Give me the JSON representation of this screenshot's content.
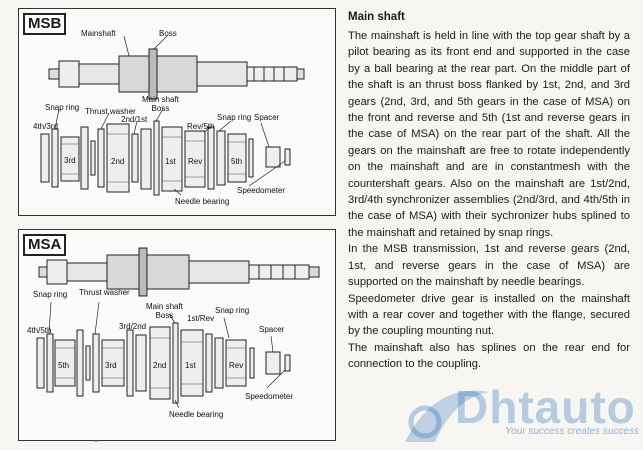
{
  "msb": {
    "tag": "MSB",
    "labels": {
      "mainshaft": "Mainshaft",
      "boss": "Boss",
      "main_shaft_boss": "Main shaft\nBoss",
      "snap_ring_left": "Snap ring",
      "thrust_washer": "Thrust washer",
      "gear_2nd_1st": "2nd/1st",
      "rev_5th": "Rev/5th",
      "snap_ring_right": "Snap ring",
      "spacer": "Spacer",
      "gear_4th_3rd": "4th/3rd",
      "g3rd": "3rd",
      "g2nd": "2nd",
      "g1st": "1st",
      "grev": "Rev",
      "g5th": "5th",
      "speedometer": "Speedometer",
      "needle_bearing": "Needle bearing"
    }
  },
  "msa": {
    "tag": "MSA",
    "labels": {
      "main_shaft_boss": "Main shaft\nBoss",
      "snap_ring_left": "Snap ring",
      "thrust_washer": "Thrust washer",
      "gear_3rd_2nd": "3rd/2nd",
      "gear_1st_rev": "1st/Rev",
      "snap_ring_right": "Snap ring",
      "gear_4th_5th": "4th/5th",
      "spacer": "Spacer",
      "g5th": "5th",
      "g3rd": "3rd",
      "g2nd": "2nd",
      "g1st": "1st",
      "grev": "Rev",
      "speedometer": "Speedometer",
      "needle_bearing": "Needle bearing"
    }
  },
  "text": {
    "heading": "Main shaft",
    "paragraphs": [
      "The mainshaft is held in line with the top gear shaft by a pilot bearing as its front end and supported in the case by a ball bearing at the rear part. On the middle part of the shaft is an thrust boss flanked by 1st, 2nd, and 3rd gears (2nd, 3rd, and 5th gears in the case of MSA) on the front and reverse and 5th (1st and reverse gears in the case of MSA) on the rear part of the shaft. All the gears on the mainshaft are free to rotate independently on the mainshaft and are in constantmesh with the countershaft gears. Also on the mainshaft are 1st/2nd, 3rd/4th synchronizer assemblies (2nd/3rd, and 4th/5th in the case of MSA) with their sychronizer hubs splined to the mainshaft and retained by snap rings.",
      "In the MSB transmission, 1st and reverse gears (2nd, 1st, and reverse gears in the case of MSA) are supported on the mainshaft by needle bearings.",
      "Speedometer drive gear is installed on the mainshaft with a rear cover and together with the flange, secured by the coupling mounting nut.",
      "The mainshaft also has splines on the rear end for connection to the coupling."
    ]
  },
  "watermark": {
    "brand": "Dhtauto",
    "slogan": "Your success creates success"
  },
  "colors": {
    "ink": "#1a1a1a",
    "paper": "#f7f6f3",
    "watermark": "#3c78be"
  }
}
